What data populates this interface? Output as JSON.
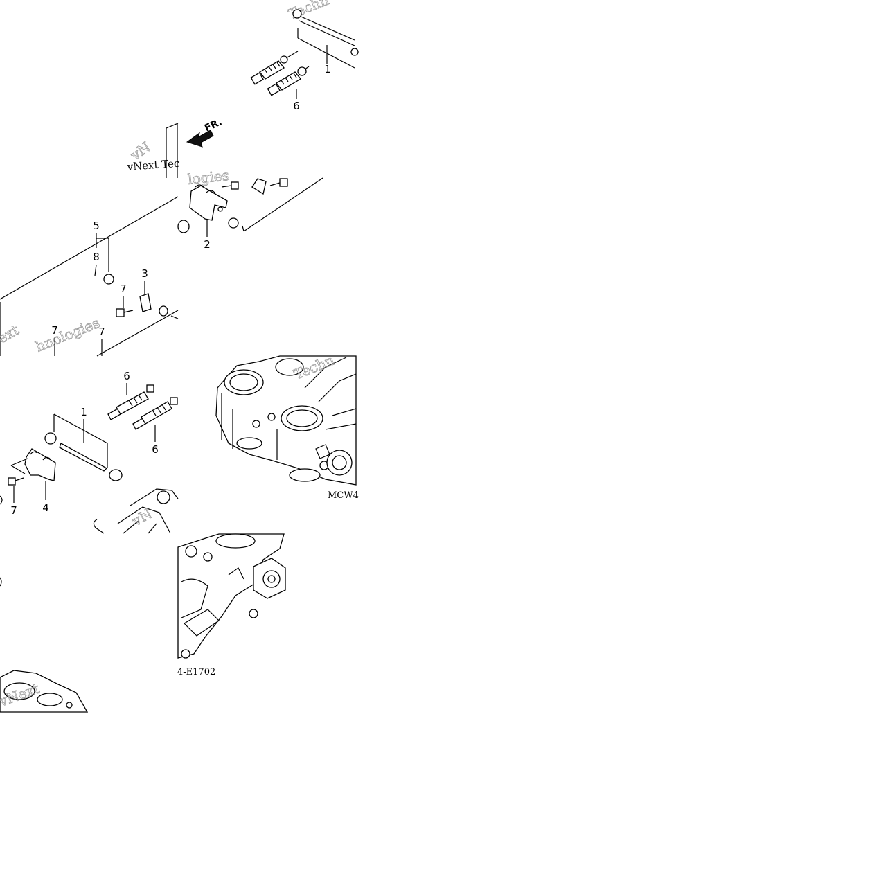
{
  "diagram": {
    "direction_label": "FR.",
    "callouts": [
      "1",
      "2",
      "3",
      "4",
      "5",
      "6",
      "7",
      "8"
    ],
    "drawing_codes": {
      "right": "MCW4",
      "bottom": "4-E1702"
    },
    "watermark": {
      "brand": "vNext",
      "fragments": [
        "Techn",
        "vNext Tec",
        "logies",
        "ext",
        "hnologies",
        "Techn",
        "vN"
      ]
    }
  }
}
